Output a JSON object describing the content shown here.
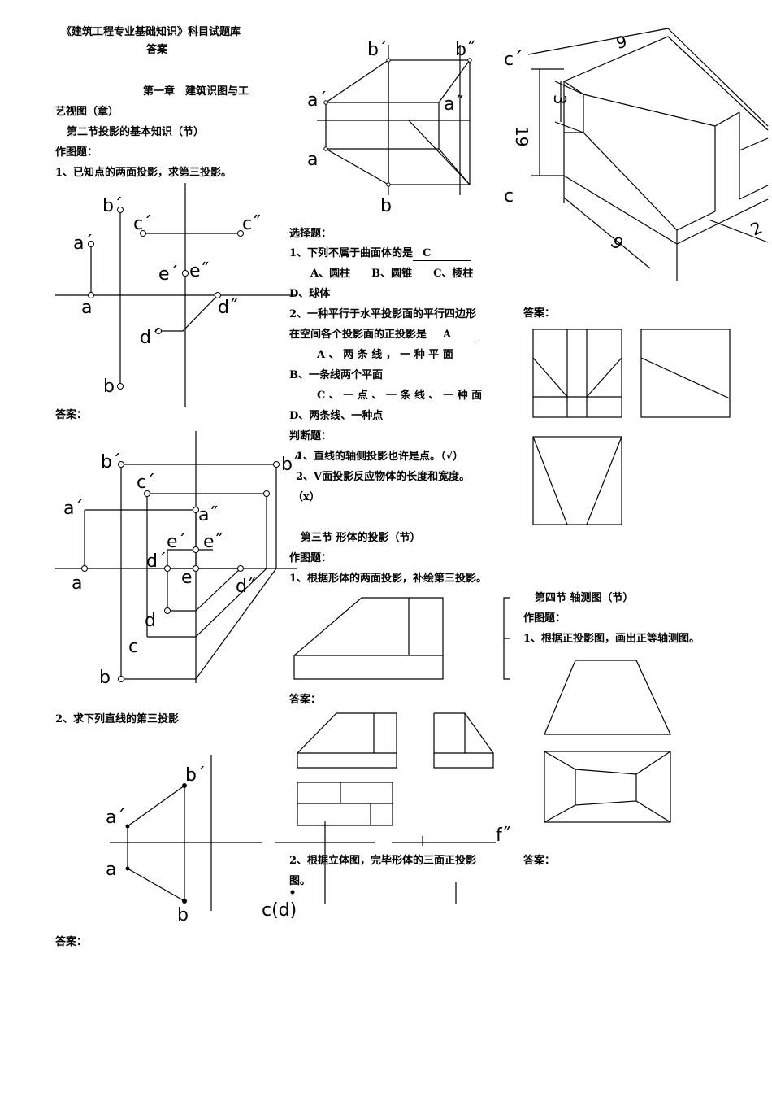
{
  "doc": {
    "title": "《建筑工程专业基础知识》科目试题库",
    "subtitle": "答案",
    "chapter_line1": "第一章　建筑识图与工",
    "chapter_line2": "艺视图（章）",
    "section2": "第二节投影的基本知识（节）",
    "draw_title": "作图题：",
    "q1": "1、已知点的两面投影，求第三投影。",
    "answer": "答案：",
    "q2": "2、求下列直线的第三投影",
    "answer_bottom": "答案："
  },
  "middle": {
    "choice_title": "选择题：",
    "c1": "1、下列不属于曲面体的是",
    "c1_ans": "C",
    "c1_opts": "A、圆柱　　B、圆锥　　C、棱柱",
    "c1_optD": "D、球体",
    "c2_line1": "2、一种平行于水平投影面的平行四边形",
    "c2_line2": "在空间各个投影面的正投影是",
    "c2_ans": "A",
    "c2_optA": "A 、 两 条 线 ， 一 种 平 面",
    "c2_optB": "B、一条线两个平面",
    "c2_optC": "C 、 一 点 、 一 条 线 、 一 种 面",
    "c2_optD": "D、两条线、一种点",
    "judge_title": "判断题：",
    "j1": "1、直线的轴侧投影也许是点。（√）",
    "j2": "2、V面投影反应物体的长度和宽度。",
    "j2_ans": "（x）",
    "section3": "第三节 形体的投影（节）",
    "draw_title": "作图题：",
    "q1": "1、根据形体的两面投影，补绘第三投影。",
    "answer": "答案：",
    "q2_line1": "2、根据立体图，完毕形体的三面正投影",
    "q2_line2": "图。"
  },
  "right": {
    "answer": "答案：",
    "section4": "第四节 轴测图（节）",
    "draw_title": "作图题：",
    "q1": "1、根据正投影图，画出正等轴测图。",
    "answer2": "答案："
  },
  "labels": {
    "a_prime": "a´",
    "b_prime": "b´",
    "c_prime": "c´",
    "d_prime": "d´",
    "e_prime": "e´",
    "e_dprime": "e˝",
    "a": "a",
    "b": "b",
    "c": "c",
    "d": "d",
    "e": "e",
    "c_dprime": "c˝",
    "d_dprime": "d˝",
    "b_dprime": "b˝",
    "a_dprime": "a˝",
    "cd": "c(d)",
    "f_dprime": "f˝",
    "dim9": "9",
    "dim3": "3",
    "dim19": "19",
    "dim2": "2"
  }
}
